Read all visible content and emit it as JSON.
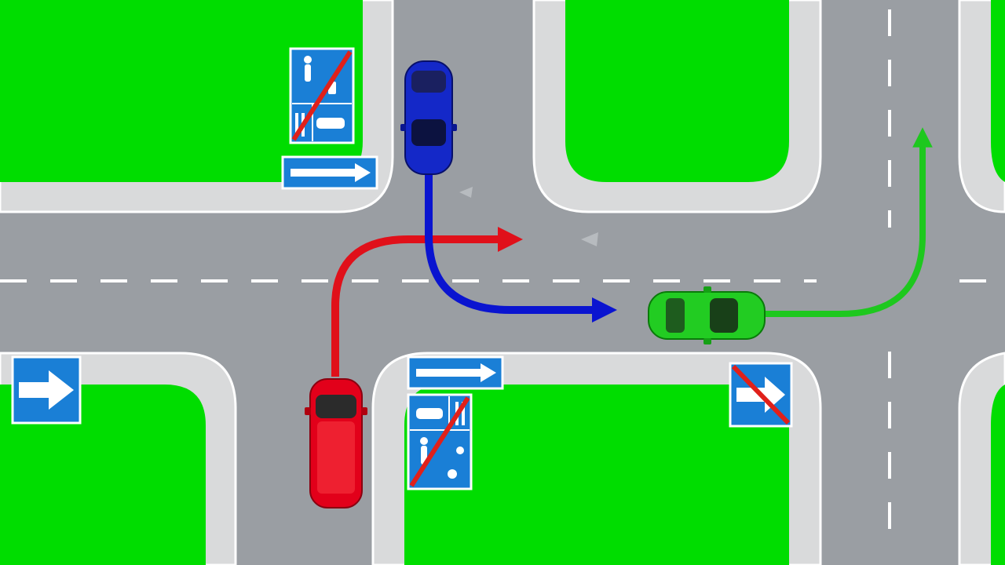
{
  "scene": {
    "description_visible_text": "",
    "colors": {
      "road": "#9a9ea3",
      "grass": "#00dd00",
      "sidewalk": "#d9dadb",
      "curb": "#ffffff",
      "lane_marking": "#ffffff",
      "sign_blue": "#1a7fd6",
      "sign_red": "#e0201a",
      "red_car": "#e2001a",
      "blue_car": "#1428c8",
      "green_car": "#22cc22",
      "red_path": "#e0101a",
      "blue_path": "#0a14d0",
      "green_path": "#1ec81e"
    },
    "signs": [
      {
        "id": "sign-living-zone-end-top",
        "icon": "living-zone-end-icon"
      },
      {
        "id": "sign-one-way-top",
        "icon": "one-way-arrow-icon"
      },
      {
        "id": "sign-one-way-bottom",
        "icon": "one-way-arrow-icon"
      },
      {
        "id": "sign-living-zone-bottom",
        "icon": "living-zone-end-icon"
      },
      {
        "id": "sign-one-way-road-left",
        "icon": "one-way-road-icon"
      },
      {
        "id": "sign-one-way-road-end-right",
        "icon": "one-way-road-end-icon"
      }
    ],
    "vehicles": [
      {
        "id": "red-car",
        "color_key": "red_car",
        "heading": "north"
      },
      {
        "id": "blue-car",
        "color_key": "blue_car",
        "heading": "south"
      },
      {
        "id": "green-car",
        "color_key": "green_car",
        "heading": "east"
      }
    ],
    "paths": [
      {
        "id": "red-path",
        "color_key": "red_path",
        "maneuver": "right-turn"
      },
      {
        "id": "blue-path",
        "color_key": "blue_path",
        "maneuver": "left-turn"
      },
      {
        "id": "green-path",
        "color_key": "green_path",
        "maneuver": "left-turn"
      }
    ]
  }
}
